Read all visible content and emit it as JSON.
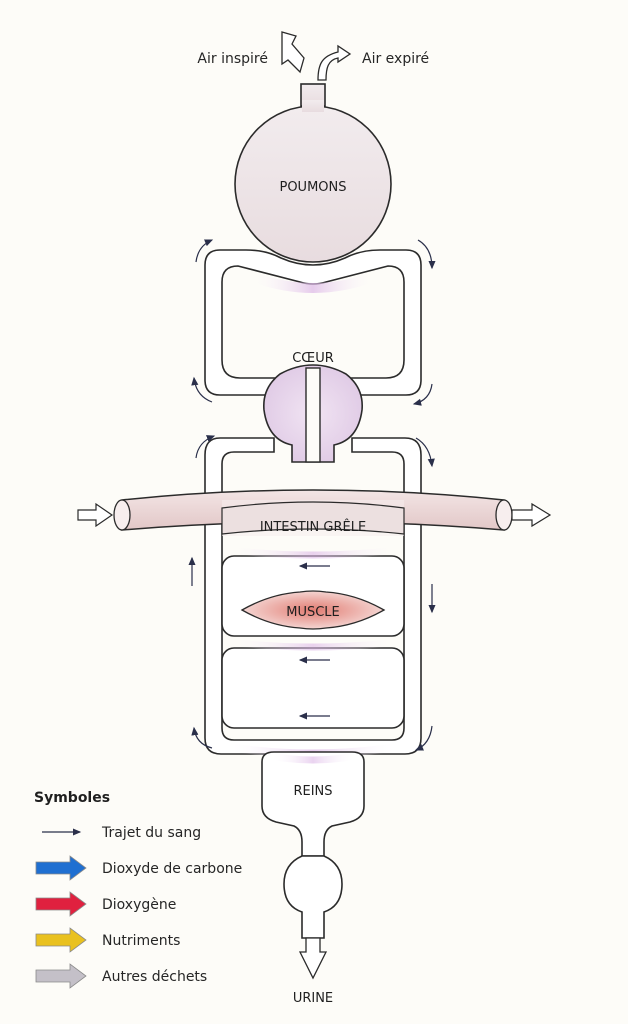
{
  "air": {
    "inspired": "Air inspiré",
    "expired": "Air expiré"
  },
  "organs": {
    "lungs": "POUMONS",
    "heart": "CŒUR",
    "intestine": "INTESTIN GRÊLE",
    "muscle": "MUSCLE",
    "kidneys": "REINS",
    "urine": "URINE"
  },
  "legend": {
    "title": "Symboles",
    "items": [
      {
        "label": "Trajet du sang",
        "kind": "line-arrow",
        "color": "#2a2f4a"
      },
      {
        "label": "Dioxyde de carbone",
        "kind": "block-arrow",
        "color": "#1f6fd1"
      },
      {
        "label": "Dioxygène",
        "kind": "block-arrow",
        "color": "#e0213f"
      },
      {
        "label": "Nutriments",
        "kind": "block-arrow",
        "color": "#e9c11f"
      },
      {
        "label": "Autres déchets",
        "kind": "block-arrow",
        "color": "#c4c0c8"
      }
    ]
  },
  "colors": {
    "exchange_tint": "#e3c6ea",
    "intestine_fill": "#efdcdc",
    "muscle_fill": "#e48f86",
    "vessel_stroke": "#2b2b2b",
    "blood_arrow": "#2a2f4a"
  }
}
